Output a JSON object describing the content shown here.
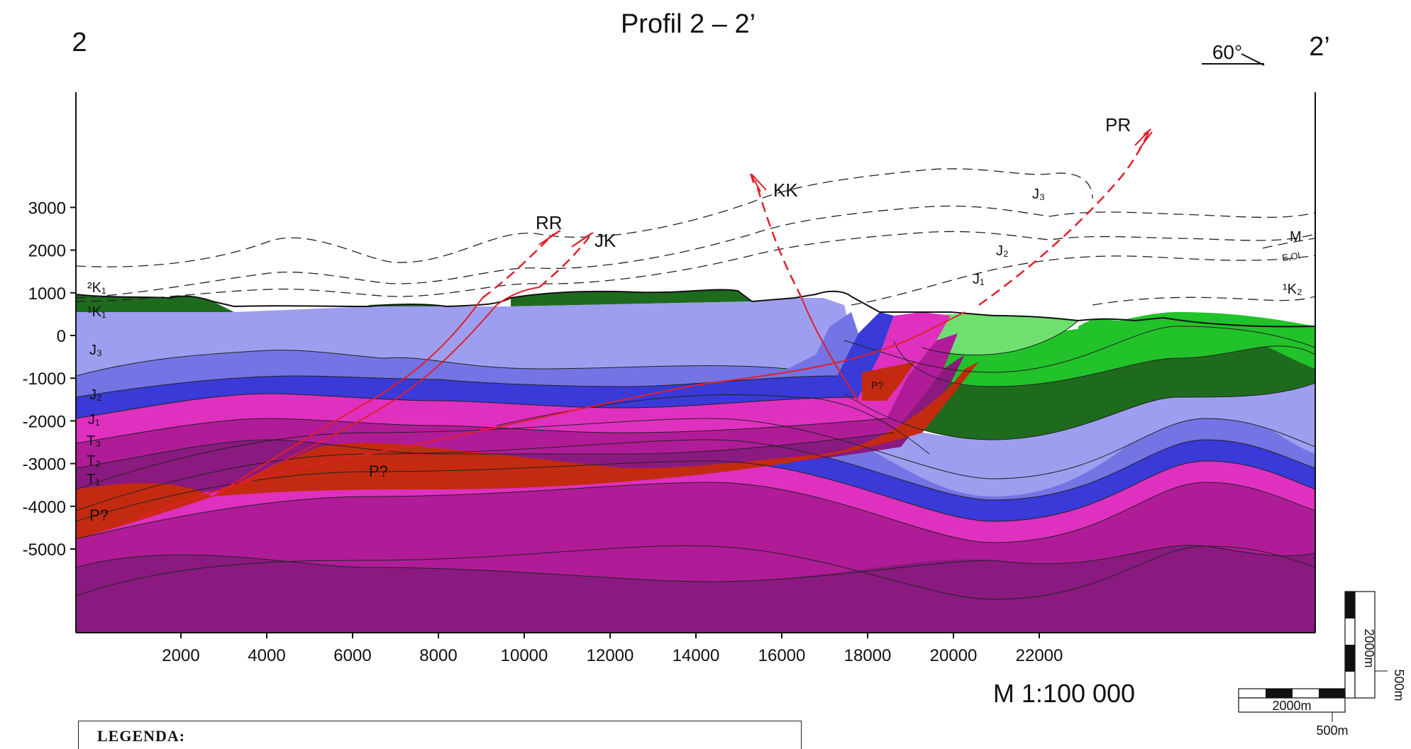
{
  "title": "Profil 2 – 2’",
  "profile_start_label": "2",
  "profile_end_label": "2’",
  "dip_symbol_label": "60°",
  "scale_label": "M 1:100 000",
  "legend_title": "LEGENDA:",
  "axes": {
    "x_ticks": [
      "2000",
      "4000",
      "6000",
      "8000",
      "10000",
      "12000",
      "14000",
      "16000",
      "18000",
      "20000",
      "22000"
    ],
    "y_ticks": [
      "3000",
      "2000",
      "1000",
      "0",
      "-1000",
      "-2000",
      "-3000",
      "-4000",
      "-5000"
    ]
  },
  "fault_labels": {
    "rr": "RR",
    "jk": "JK",
    "kk": "KK",
    "pr": "PR"
  },
  "unit_labels": {
    "k1_upper": "²K₁",
    "k1_lower": "¹K₁",
    "j3_left": "J₃",
    "j2_left": "J₂",
    "j1_left": "J₁",
    "t3_left": "T₃",
    "t2_left": "T₂",
    "t1_left": "T₁",
    "p_left": "P?",
    "p_mid": "P?",
    "p_small": "P?",
    "j3_air": "J₃",
    "j2_air": "J₂",
    "j1_air": "J₁",
    "m_air": "M",
    "eol_air": "E,Ol",
    "k2_air": "¹K₂"
  },
  "scale_bar": {
    "horizontal_label": "2000m",
    "horizontal_minor": "500m",
    "vertical_label": "2000m",
    "vertical_minor": "500m"
  },
  "colors": {
    "k1_dark_green": "#1e6b1e",
    "k_bright_green": "#22c22a",
    "k_light_green": "#6fe070",
    "j3": "#9e9ef0",
    "j2": "#7474e4",
    "j1": "#3a3ad8",
    "t3": "#e030c0",
    "t2": "#b01c98",
    "t1": "#8a1a80",
    "permian": "#c42a10",
    "fault": "#e0202a"
  }
}
